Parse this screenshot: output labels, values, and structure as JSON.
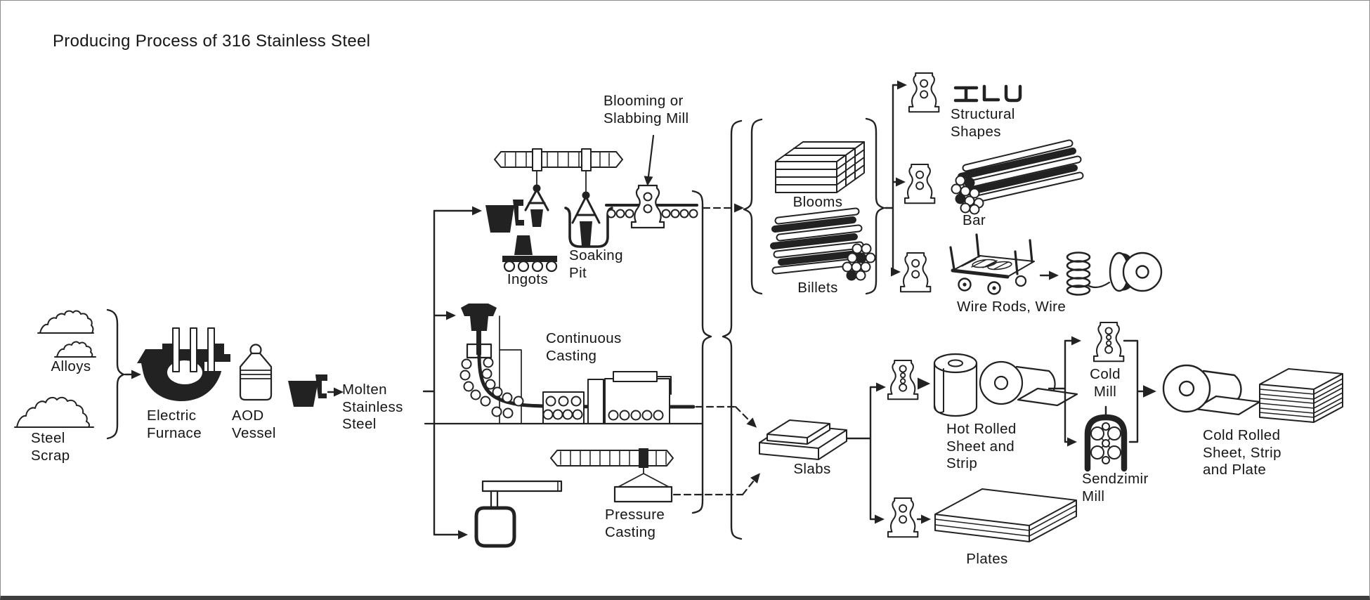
{
  "title": "Producing Process of 316 Stainless Steel",
  "raw_materials": {
    "alloys": "Alloys",
    "steel_scrap": "Steel\nScrap"
  },
  "melting": {
    "electric_furnace": "Electric\nFurnace",
    "aod_vessel": "AOD\nVessel",
    "molten_steel": "Molten\nStainless\nSteel"
  },
  "casting": {
    "ingots": "Ingots",
    "soaking_pit": "Soaking\nPit",
    "blooming_mill": "Blooming or\nSlabbing Mill",
    "continuous_casting": "Continuous\nCasting",
    "pressure_casting": "Pressure\nCasting"
  },
  "semi_finished": {
    "blooms": "Blooms",
    "billets": "Billets",
    "slabs": "Slabs"
  },
  "finishing": {
    "cold_mill": "Cold\nMill",
    "sendzimir_mill": "Sendzimir\nMill"
  },
  "products": {
    "structural_shapes": "Structural\nShapes",
    "bar": "Bar",
    "wire_rods": "Wire Rods, Wire",
    "hot_rolled": "Hot Rolled\nSheet and\nStrip",
    "cold_rolled": "Cold Rolled\nSheet, Strip\nand Plate",
    "plates": "Plates"
  },
  "colors": {
    "ink": "#222222",
    "paper": "#ffffff"
  }
}
